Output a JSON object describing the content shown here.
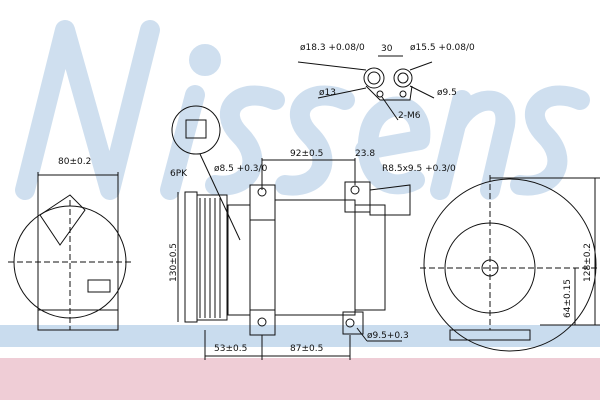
{
  "watermark": "Nissens",
  "dims": {
    "port_left": "ø18.3 +0.08/0",
    "port_spacing": "30",
    "port_right": "ø15.5 +0.08/0",
    "port_left_inner": "ø13",
    "port_right_inner": "ø9.5",
    "bolt": "2-M6",
    "left_width": "80±0.2",
    "pulley": "6PK",
    "mount_hole": "ø8.5 +0.3/0",
    "length_top": "92±0.5",
    "offset": "23.8",
    "slot": "R8.5x9.5 +0.3/0",
    "height_left": "130±0.5",
    "pulley_offset": "53±0.5",
    "length_bottom": "87±0.5",
    "bottom_hole": "ø9.5+0.3",
    "height_right": "128±0.2",
    "center_height": "64±0.15"
  }
}
